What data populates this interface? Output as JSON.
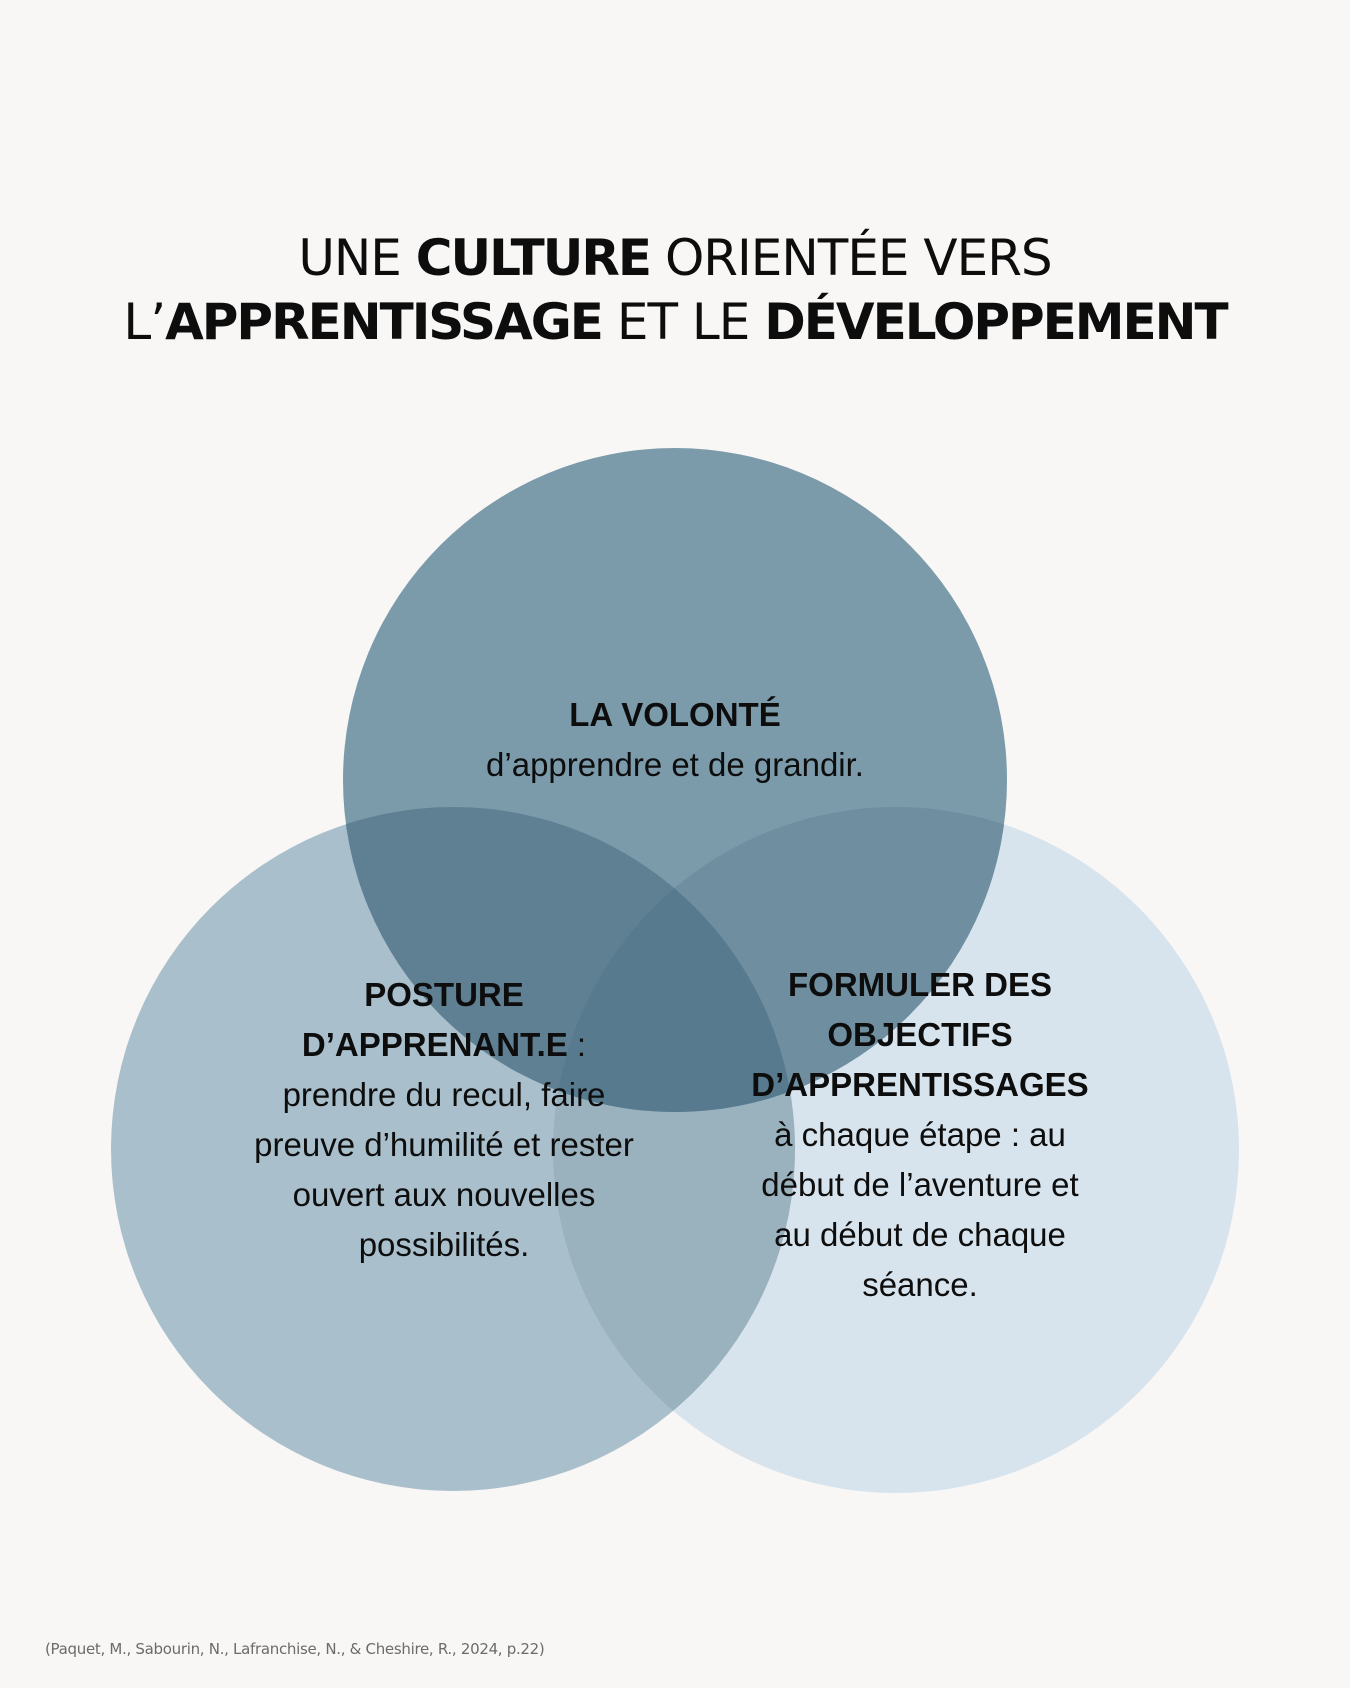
{
  "title": {
    "line1": [
      {
        "text": "UNE ",
        "bold": false
      },
      {
        "text": "CULTURE",
        "bold": true
      },
      {
        "text": " ORIENTÉE VERS",
        "bold": false
      }
    ],
    "line2": [
      {
        "text": "L’",
        "bold": false
      },
      {
        "text": "APPRENTISSAGE",
        "bold": true
      },
      {
        "text": " ET LE ",
        "bold": false
      },
      {
        "text": "DÉVELOPPEMENT",
        "bold": true
      }
    ]
  },
  "colors": {
    "background": "#f8f7f5",
    "top_circle": "#7b9aaa",
    "left_circle": "#a9bfcc",
    "right_circle": "#d7e4ed",
    "top_left_overlap": "#5f8093",
    "top_right_overlap": "#6f8fa0",
    "left_right_overlap": "#9ab1be",
    "center_overlap": "#587a8e"
  },
  "circles": {
    "top": {
      "heading": "LA VOLONTÉ",
      "body": "d’apprendre et de grandir."
    },
    "left": {
      "heading_line1": "POSTURE",
      "heading_line2": "D’APPRENANT.E",
      "heading_suffix": " :",
      "body_lines": [
        "prendre du recul, faire",
        "preuve d’humilité et rester",
        "ouvert aux nouvelles",
        "possibilités."
      ]
    },
    "right": {
      "heading_lines": [
        "FORMULER DES",
        "OBJECTIFS",
        "D’APPRENTISSAGES"
      ],
      "body_lines": [
        "à chaque étape : au",
        "début de l’aventure et",
        "au début de chaque",
        "séance."
      ]
    }
  },
  "citation": "(Paquet, M., Sabourin, N., Lafranchise, N., & Cheshire, R., 2024, p.22)"
}
